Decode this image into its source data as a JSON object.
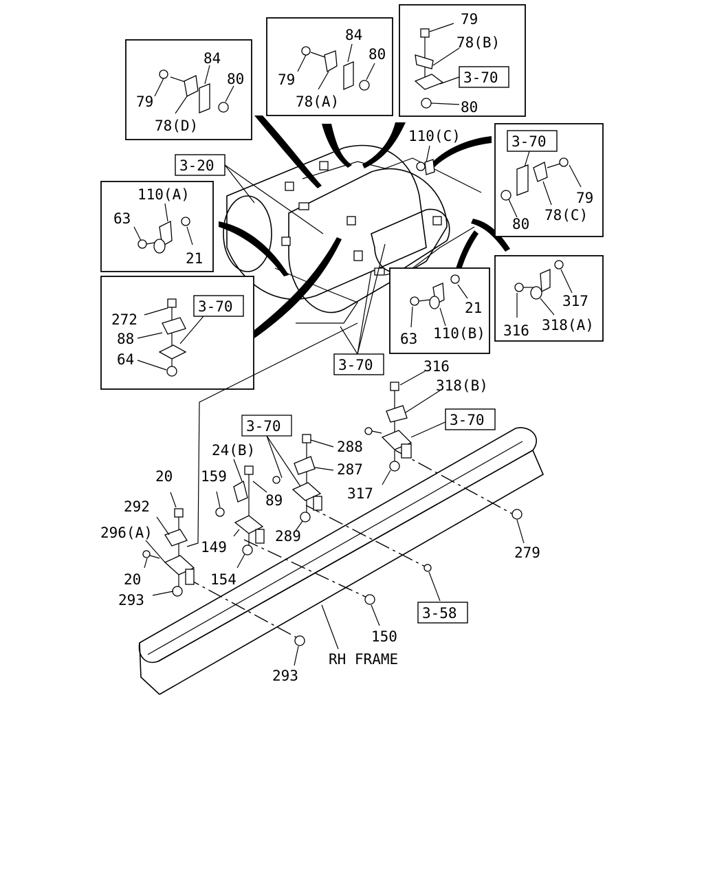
{
  "diagram": {
    "frame_label": "RH FRAME",
    "callouts": {
      "ref_3_20": "3-20",
      "ref_3_70": "3-70",
      "ref_3_58": "3-58"
    },
    "panel_78d": {
      "p84": "84",
      "p80": "80",
      "p79": "79",
      "p78": "78(D)"
    },
    "panel_78a": {
      "p84": "84",
      "p80": "80",
      "p79": "79",
      "p78": "78(A)"
    },
    "panel_78b": {
      "p79": "79",
      "p78": "78(B)",
      "p80": "80"
    },
    "panel_78c": {
      "p79": "79",
      "p80": "80",
      "p78": "78(C)"
    },
    "panel_110a": {
      "p110": "110(A)",
      "p63": "63",
      "p21": "21"
    },
    "panel_88": {
      "p272": "272",
      "p88": "88",
      "p64": "64"
    },
    "panel_110b": {
      "p63": "63",
      "p21": "21",
      "p110": "110(B)"
    },
    "panel_318a": {
      "p317": "317",
      "p316": "316",
      "p318": "318(A)"
    },
    "label_110c": "110(C)",
    "lower": {
      "p316": "316",
      "p318b": "318(B)",
      "p317": "317",
      "p288": "288",
      "p287": "287",
      "p289": "289",
      "p24b": "24(B)",
      "p159": "159",
      "p89": "89",
      "p149": "149",
      "p154": "154",
      "p20a": "20",
      "p292": "292",
      "p296a": "296(A)",
      "p20b": "20",
      "p293a": "293",
      "p279": "279",
      "p150": "150",
      "p293b": "293"
    }
  }
}
